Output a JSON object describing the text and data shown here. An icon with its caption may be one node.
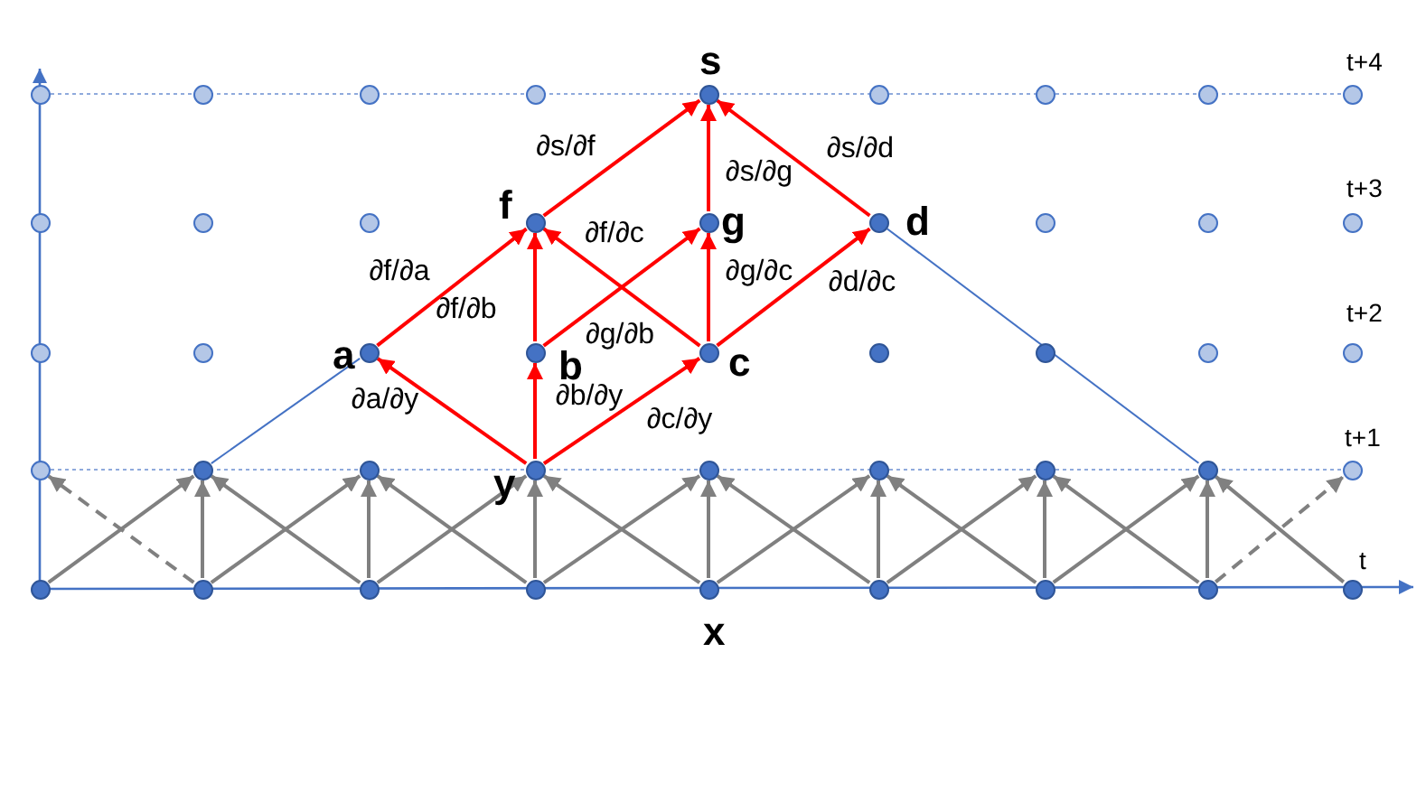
{
  "diagram": {
    "nodes": [
      {
        "text": [],
        "shape": "circle"
      },
      {
        "text": [],
        "shape": "circle"
      },
      {
        "text": [],
        "shape": "circle"
      },
      {
        "text": [],
        "shape": "circle"
      },
      {
        "text": [
          "s"
        ]
      },
      {
        "text": [],
        "shape": "circle"
      },
      {
        "text": [],
        "shape": "circle"
      },
      {
        "text": [],
        "shape": "circle"
      },
      {
        "text": [],
        "shape": "circle"
      },
      {
        "text": [],
        "shape": "circle"
      },
      {
        "text": [],
        "shape": "circle"
      },
      {
        "text": [],
        "shape": "circle"
      },
      {
        "text": [
          "f"
        ]
      },
      {
        "text": [
          "g"
        ]
      },
      {
        "text": [
          "d"
        ]
      },
      {
        "text": [],
        "shape": "circle"
      },
      {
        "text": [],
        "shape": "circle"
      },
      {
        "text": [],
        "shape": "circle"
      },
      {
        "text": [],
        "shape": "circle"
      },
      {
        "text": [],
        "shape": "circle"
      },
      {
        "text": [
          "a"
        ]
      },
      {
        "text": [
          "b"
        ]
      },
      {
        "text": [
          "c"
        ]
      },
      {
        "text": [],
        "shape": "circle"
      },
      {
        "text": [],
        "shape": "circle"
      },
      {
        "text": [],
        "shape": "circle"
      },
      {
        "text": [],
        "shape": "circle"
      },
      {
        "text": [],
        "shape": "circle"
      },
      {
        "text": [],
        "shape": "circle"
      },
      {
        "text": [],
        "shape": "circle"
      },
      {
        "text": [
          "y"
        ]
      },
      {
        "text": [],
        "shape": "circle"
      },
      {
        "text": [],
        "shape": "circle"
      },
      {
        "text": [],
        "shape": "circle"
      },
      {
        "text": [],
        "shape": "circle"
      },
      {
        "text": [],
        "shape": "circle"
      },
      {
        "text": [],
        "shape": "circle"
      },
      {
        "text": [],
        "shape": "circle"
      },
      {
        "text": [],
        "shape": "circle"
      },
      {
        "text": [],
        "shape": "circle"
      },
      {
        "text": [
          "x"
        ]
      },
      {
        "text": [],
        "shape": "circle"
      },
      {
        "text": [],
        "shape": "circle"
      },
      {
        "text": [],
        "shape": "circle"
      },
      {
        "text": [],
        "shape": "circle"
      }
    ],
    "edges": [
      {
        "from": 30,
        "to": 20,
        "arrow": "to",
        "label": "∂a/∂y",
        "color": "#ff0000"
      },
      {
        "from": 30,
        "to": 21,
        "arrow": "to",
        "label": "∂b/∂y",
        "color": "#ff0000"
      },
      {
        "from": 30,
        "to": 22,
        "arrow": "to",
        "label": "∂c/∂y",
        "color": "#ff0000"
      },
      {
        "from": 20,
        "to": 12,
        "arrow": "to",
        "label": "∂f/∂a",
        "color": "#ff0000"
      },
      {
        "from": 21,
        "to": 12,
        "arrow": "to",
        "label": "∂f/∂b",
        "color": "#ff0000"
      },
      {
        "from": 22,
        "to": 12,
        "arrow": "to",
        "label": "∂f/∂c",
        "color": "#ff0000"
      },
      {
        "from": 21,
        "to": 13,
        "arrow": "to",
        "label": "∂g/∂b",
        "color": "#ff0000"
      },
      {
        "from": 22,
        "to": 13,
        "arrow": "to",
        "label": "∂g/∂c",
        "color": "#ff0000"
      },
      {
        "from": 22,
        "to": 14,
        "arrow": "to",
        "label": "∂d/∂c",
        "color": "#ff0000"
      },
      {
        "from": 12,
        "to": 4,
        "arrow": "to",
        "label": "∂s/∂f",
        "color": "#ff0000"
      },
      {
        "from": 13,
        "to": 4,
        "arrow": "to",
        "label": "∂s/∂g",
        "color": "#ff0000"
      },
      {
        "from": 14,
        "to": 4,
        "arrow": "to",
        "label": "∂s/∂d",
        "color": "#ff0000"
      },
      {
        "from": 28,
        "to": 20,
        "arrow": "none",
        "color": "#4472c4"
      },
      {
        "from": 14,
        "to": 34,
        "arrow": "none",
        "color": "#4472c4"
      },
      {
        "from": 0,
        "to": 8,
        "arrow": "none",
        "style": "dashed",
        "color": "#8faadc"
      },
      {
        "from": 27,
        "to": 35,
        "arrow": "none",
        "style": "dashed",
        "color": "#8faadc"
      },
      {
        "from": 37,
        "to": 28,
        "arrow": "to"
      },
      {
        "from": 38,
        "to": 29,
        "arrow": "to"
      },
      {
        "from": 39,
        "to": 30,
        "arrow": "to"
      },
      {
        "from": 40,
        "to": 31,
        "arrow": "to"
      },
      {
        "from": 41,
        "to": 32,
        "arrow": "to"
      },
      {
        "from": 42,
        "to": 33,
        "arrow": "to"
      },
      {
        "from": 43,
        "to": 34,
        "arrow": "to"
      },
      {
        "from": 36,
        "to": 28,
        "arrow": "to"
      },
      {
        "from": 37,
        "to": 29,
        "arrow": "to"
      },
      {
        "from": 38,
        "to": 30,
        "arrow": "to"
      },
      {
        "from": 39,
        "to": 31,
        "arrow": "to"
      },
      {
        "from": 40,
        "to": 32,
        "arrow": "to"
      },
      {
        "from": 41,
        "to": 33,
        "arrow": "to"
      },
      {
        "from": 42,
        "to": 34,
        "arrow": "to"
      },
      {
        "from": 43,
        "to": 35,
        "arrow": "to",
        "style": "dashed"
      },
      {
        "from": 37,
        "to": 27,
        "arrow": "to",
        "style": "dashed"
      },
      {
        "from": 38,
        "to": 28,
        "arrow": "to"
      },
      {
        "from": 39,
        "to": 29,
        "arrow": "to"
      },
      {
        "from": 40,
        "to": 30,
        "arrow": "to"
      },
      {
        "from": 41,
        "to": 31,
        "arrow": "to"
      },
      {
        "from": 42,
        "to": 32,
        "arrow": "to"
      },
      {
        "from": 43,
        "to": 33,
        "arrow": "to"
      },
      {
        "from": 44,
        "to": 34,
        "arrow": "to"
      }
    ],
    "labels": [
      "t+4",
      "t+3",
      "t+2",
      "t+1",
      "t"
    ]
  }
}
